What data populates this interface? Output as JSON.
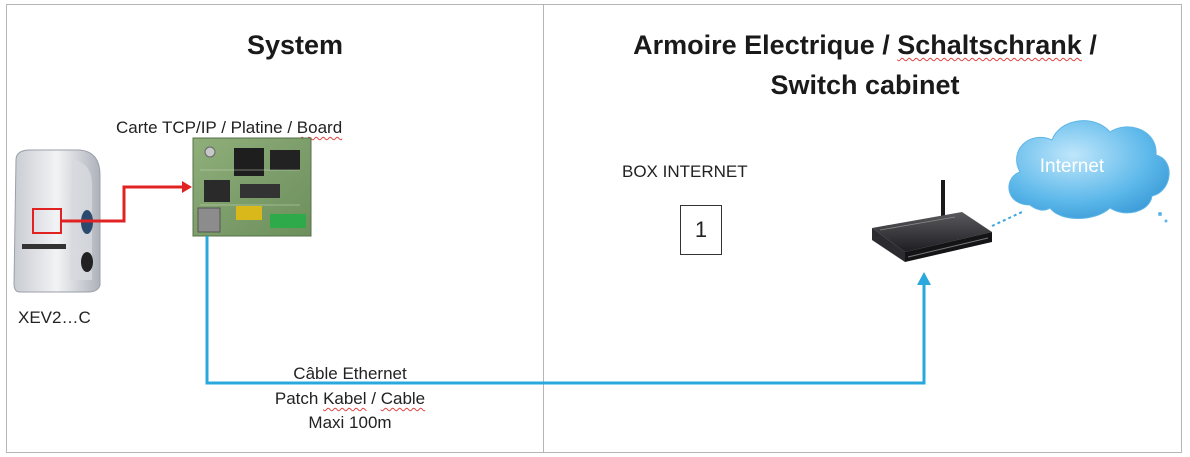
{
  "titles": {
    "system": "System",
    "cabinet_prefix": "Armoire Electrique / ",
    "cabinet_schalt": "Schaltschrank",
    "cabinet_suffix": " /",
    "cabinet_line2": "Switch cabinet"
  },
  "board_label": {
    "prefix": "Carte TCP/IP / Platine / ",
    "board": "Board"
  },
  "box_internet": "BOX INTERNET",
  "box_number": "1",
  "device_label": "XEV2…C",
  "cloud_label": "Internet",
  "cable_label": {
    "line1": "Câble Ethernet",
    "line2_patch": "Patch ",
    "line2_kabel": "Kabel",
    "line2_sep": " / ",
    "line2_cable": "Cable",
    "line3": "Maxi 100m"
  },
  "colors": {
    "ethernet_line": "#2aa8dc",
    "signal_line": "#e02222",
    "border": "#b5b5b5",
    "cloud": "#3fa6e0"
  }
}
